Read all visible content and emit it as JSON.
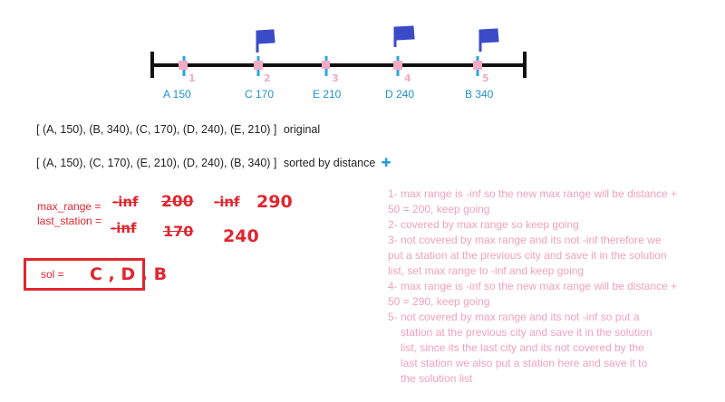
{
  "number_line": {
    "labels": [
      "A 150",
      "C 170",
      "E 210",
      "D 240",
      "B 340"
    ],
    "tick_marks": [
      "1",
      "2",
      "3",
      "4",
      "5"
    ]
  },
  "lists": {
    "original": "[ (A, 150), (B, 340), (C, 170), (D, 240), (E, 210) ]",
    "original_note": "original",
    "sorted": "[ (A, 150), (C, 170), (E, 210), (D, 240), (B, 340) ]",
    "sorted_note": "sorted by distance"
  },
  "variables": {
    "max_range_label": "max_range =",
    "last_station_label": "last_station =",
    "max_range_values": [
      "-inf",
      "200",
      "-inf",
      "290"
    ],
    "last_station_values": [
      "-inf",
      "170",
      "240"
    ],
    "sol_label": "sol =",
    "sol_value": "C , D , B"
  },
  "steps": [
    "1- max range is -inf so the new max range will be distance +",
    "50 = 200, keep going",
    "2- covered by max range so keep going",
    "3- not covered by max range and its not -inf therefore we",
    "put a station at the previous city and save it in the solution",
    "list, set max range to -inf and keep going",
    "4- max range is -inf so the new max range will be distance +",
    "50 = 290, keep going",
    "5- not covered by max range and its not -inf so put a",
    "station at the previous city and save it in the solution",
    "list, since its the last city and its not covered by the",
    "last station we also put a station here and save it to",
    "the solution list"
  ],
  "colors": {
    "line": "#111111",
    "ticks": "#2aa7e0",
    "points": "#f4a9c4",
    "flags": "#3b4bc8",
    "red": "#e0262f",
    "steps_text": "#f2a1bf",
    "plus": "#1ea0dc"
  }
}
